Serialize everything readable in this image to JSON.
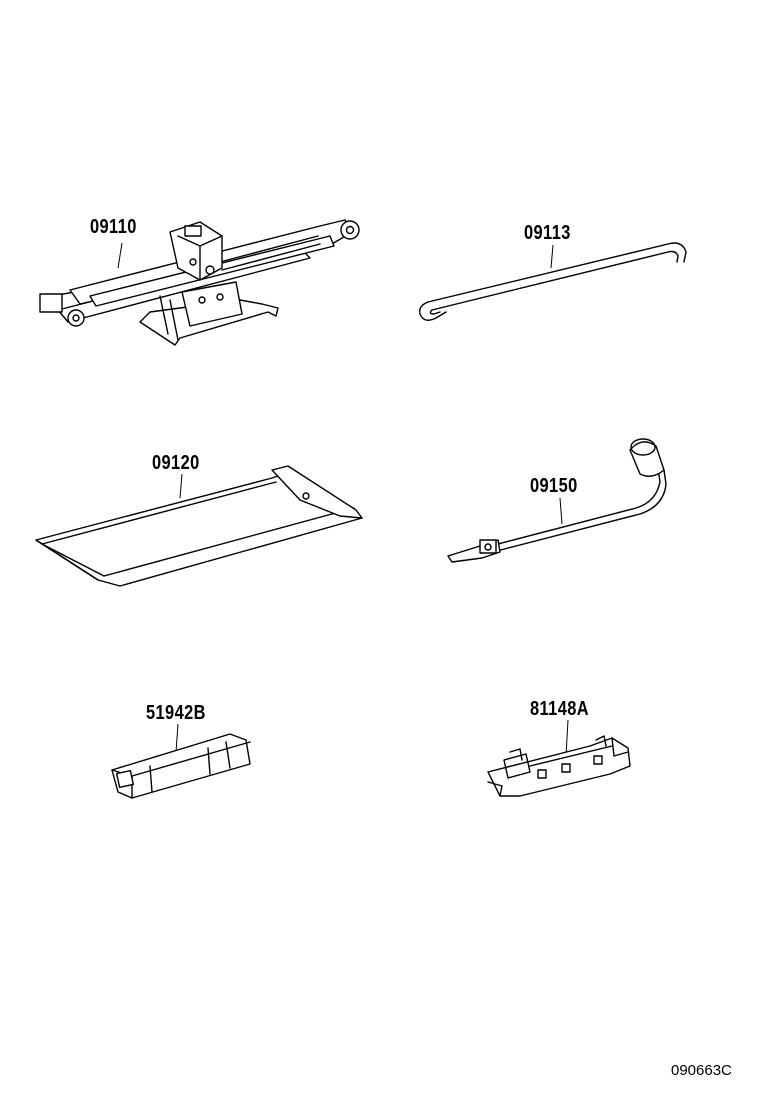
{
  "parts": [
    {
      "id": "jack",
      "label": "09110"
    },
    {
      "id": "jack-handle",
      "label": "09113"
    },
    {
      "id": "tool-bag",
      "label": "09120"
    },
    {
      "id": "lug-wrench",
      "label": "09150"
    },
    {
      "id": "socket-wrench",
      "label": "51942B"
    },
    {
      "id": "adapter",
      "label": "81148A"
    }
  ],
  "illustration_ref": "090663C"
}
